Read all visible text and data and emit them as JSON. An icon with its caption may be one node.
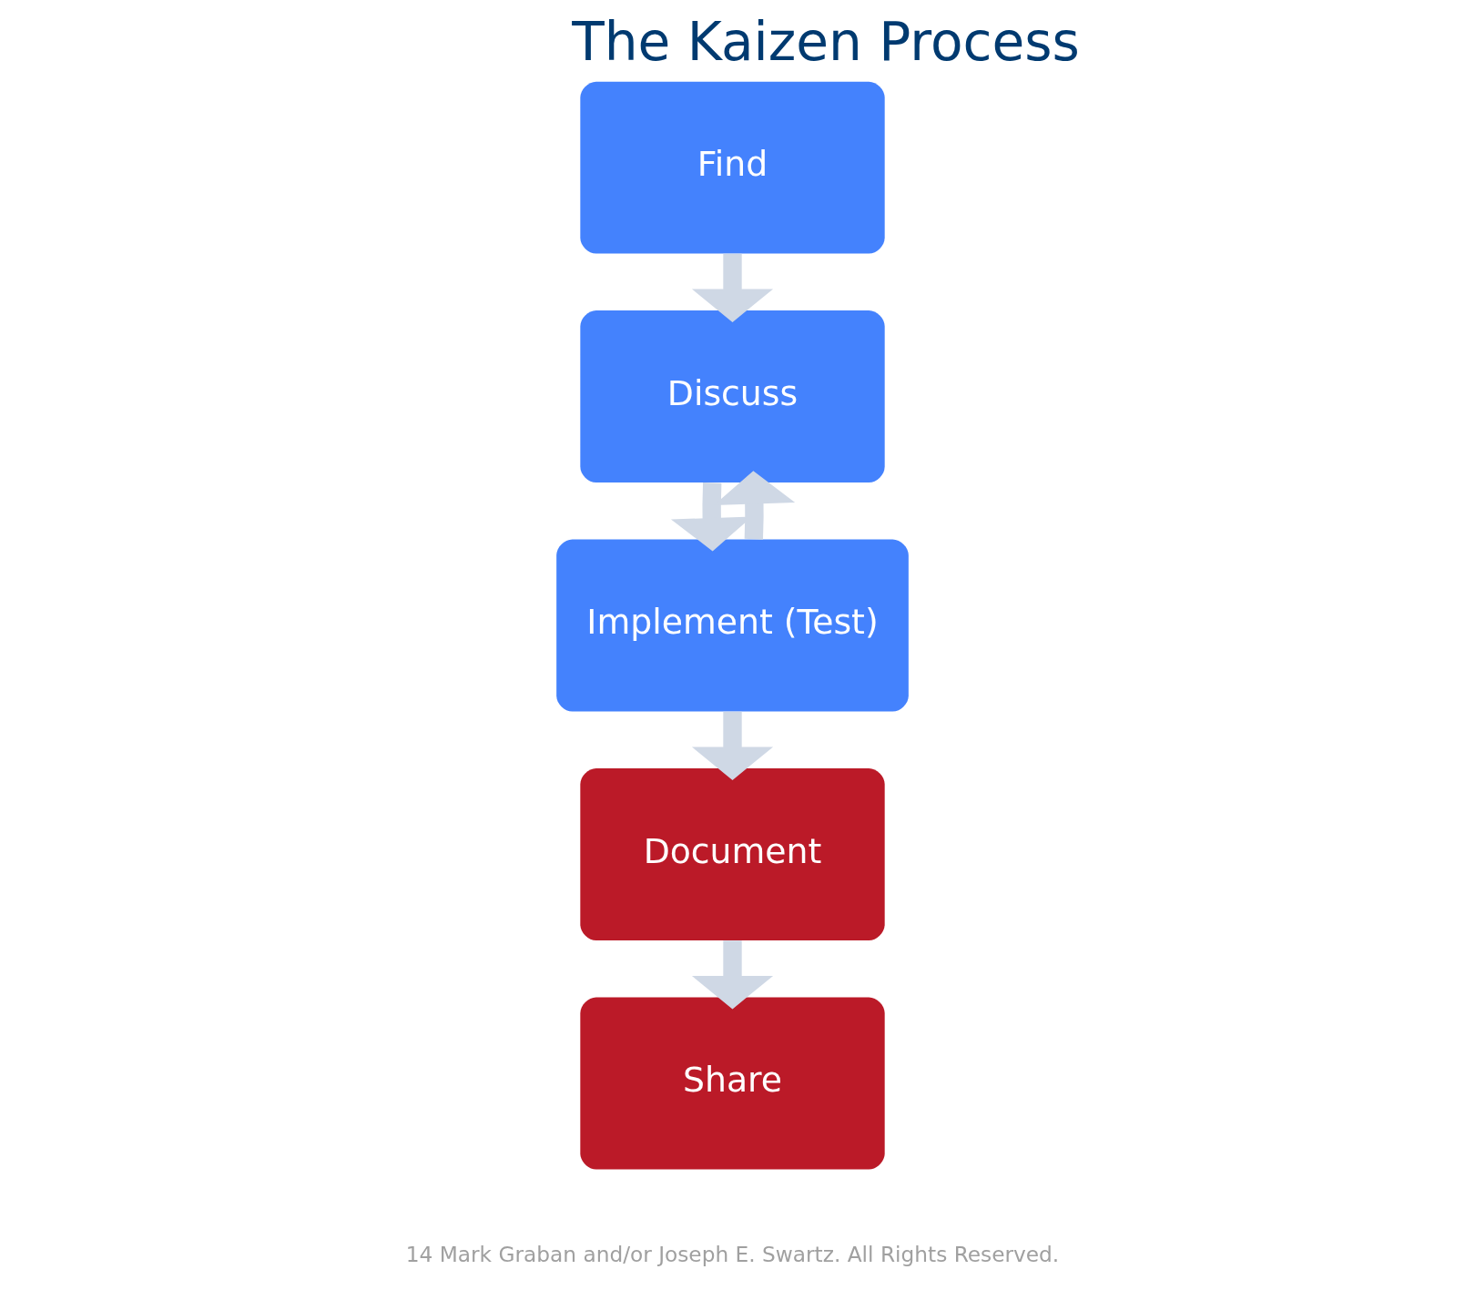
{
  "diagram": {
    "title": "The Kaizen Process",
    "nodes": [
      {
        "text": [
          "Find"
        ]
      },
      {
        "text": [
          "Discuss"
        ]
      },
      {
        "text": [
          "Implement (Test)"
        ]
      },
      {
        "text": [
          "Document"
        ]
      },
      {
        "text": [
          "Share"
        ]
      }
    ],
    "edges": [
      {
        "from": 0,
        "to": 1,
        "arrow": "to"
      },
      {
        "from": 1,
        "to": 2,
        "arrow": "to"
      },
      {
        "from": 2,
        "to": 1,
        "arrow": "to"
      },
      {
        "from": 2,
        "to": 3,
        "arrow": "to"
      },
      {
        "from": 3,
        "to": 4,
        "arrow": "to"
      }
    ],
    "labels": [
      "14 Mark Graban and/or Joseph E. Swartz. All Rights Reserved."
    ]
  }
}
